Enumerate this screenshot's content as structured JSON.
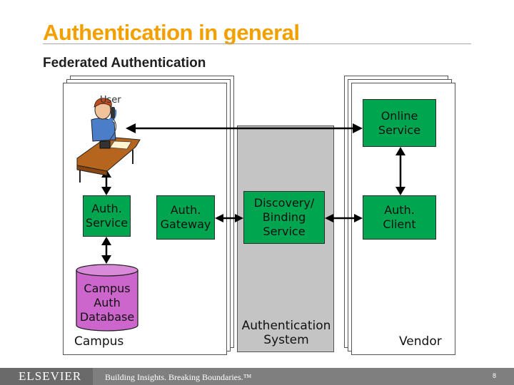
{
  "slide": {
    "title": "Authentication in general",
    "subtitle": "Federated Authentication"
  },
  "diagram": {
    "user_label": "User",
    "online_service": "Online\nService",
    "auth_service": "Auth.\nService",
    "auth_gateway": "Auth.\nGateway",
    "discovery": "Discovery/\nBinding\nService",
    "auth_client": "Auth.\nClient",
    "campus_db": "Campus\nAuth\nDatabase",
    "campus_label": "Campus",
    "auth_system_label": "Authentication\nSystem",
    "vendor_label": "Vendor"
  },
  "footer": {
    "logo": "ELSEVIER",
    "tagline": "Building Insights. Breaking Boundaries.™",
    "page_number": "8"
  },
  "colors": {
    "title": "#f2a000",
    "green_node": "#00a550",
    "panel_gray": "#c4c4c4",
    "footer_bar": "#7f7f7f"
  }
}
